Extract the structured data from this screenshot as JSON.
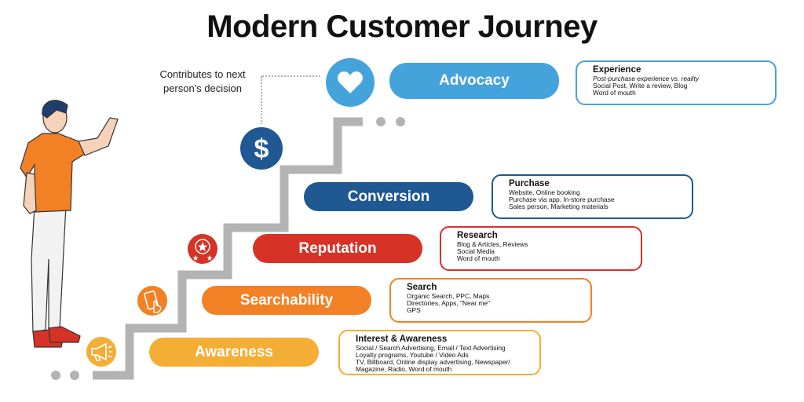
{
  "title": "Modern Customer Journey",
  "note": {
    "line1": "Contributes to next",
    "line2": "person's decision"
  },
  "colors": {
    "stairs": "#b3b3b3",
    "advocacy": "#45a3dc",
    "conversion": "#1f5893",
    "reputation": "#d63225",
    "searchability": "#f28126",
    "awareness": "#f4ad35"
  },
  "icons": {
    "advocacy": "heart-icon",
    "dollar": "dollar-icon",
    "reputation": "rating-stars-icon",
    "searchability": "phone-tap-icon",
    "awareness": "megaphone-icon"
  },
  "stages": {
    "advocacy": {
      "label": "Advocacy",
      "heading": "Experience",
      "lines": [
        "Post-purchase experience vs. reality",
        "Social Post, Write a review, Blog",
        "Word of mouth"
      ]
    },
    "conversion": {
      "label": "Conversion",
      "heading": "Purchase",
      "lines": [
        "Website, Online booking",
        "Purchase via app, In-store purchase",
        "Sales person, Marketing materials"
      ]
    },
    "reputation": {
      "label": "Reputation",
      "heading": "Research",
      "lines": [
        "Blog & Articles, Reviews",
        "Social Media",
        "Word of mouth"
      ]
    },
    "searchability": {
      "label": "Searchability",
      "heading": "Search",
      "lines": [
        "Organic Search, PPC, Maps",
        "Directories, Apps, \"Near me\"",
        "GPS"
      ]
    },
    "awareness": {
      "label": "Awareness",
      "heading": "Interest & Awareness",
      "lines": [
        "Social / Search Advertising, Email / Text Advertising",
        "Loyalty programs, Youtube / Video Ads",
        "TV, Billboard, Online display advertising, Newspaper/",
        "Magazine, Radio, Word of mouth"
      ]
    }
  }
}
